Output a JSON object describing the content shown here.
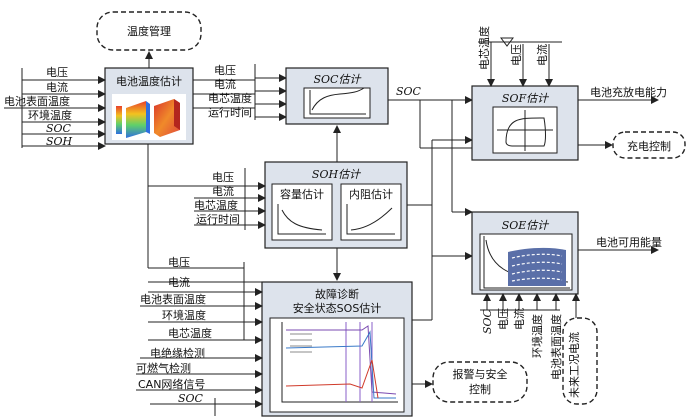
{
  "temp_mgmt": "温度管理",
  "battery_temp_est": "电池温度估计",
  "left_inputs": [
    "电压",
    "电流",
    "电池表面温度",
    "环境温度",
    "SOC",
    "SOH"
  ],
  "soc_block": {
    "title": "SOC估计",
    "inputs": [
      "电压",
      "电流",
      "电芯温度",
      "运行时间"
    ],
    "output": "SOC"
  },
  "soh_block": {
    "title": "SOH估计",
    "capacity": "容量估计",
    "resistance": "内阻估计",
    "inputs": [
      "电压",
      "电流",
      "电芯温度",
      "运行时间"
    ]
  },
  "sof_block": {
    "title": "SOF估计",
    "top_inputs": [
      "电芯温度",
      "电压",
      "电流"
    ],
    "output": "电池充放电能力",
    "charge_control": "充电控制"
  },
  "soe_block": {
    "title": "SOE估计",
    "output": "电池可用能量",
    "bottom_inputs": [
      "SOC",
      "电压",
      "电流",
      "环境温度",
      "电池表面温度"
    ],
    "future": "未来工况电流"
  },
  "fault_block": {
    "title1": "故障诊断",
    "title2": "安全状态SOS估计",
    "inputs": [
      "电压",
      "电流",
      "电池表面温度",
      "环境温度",
      "电芯温度",
      "电绝缘检测",
      "可燃气检测",
      "CAN网络信号",
      "SOC"
    ],
    "alarm1": "报警与安全",
    "alarm2": "控制"
  }
}
